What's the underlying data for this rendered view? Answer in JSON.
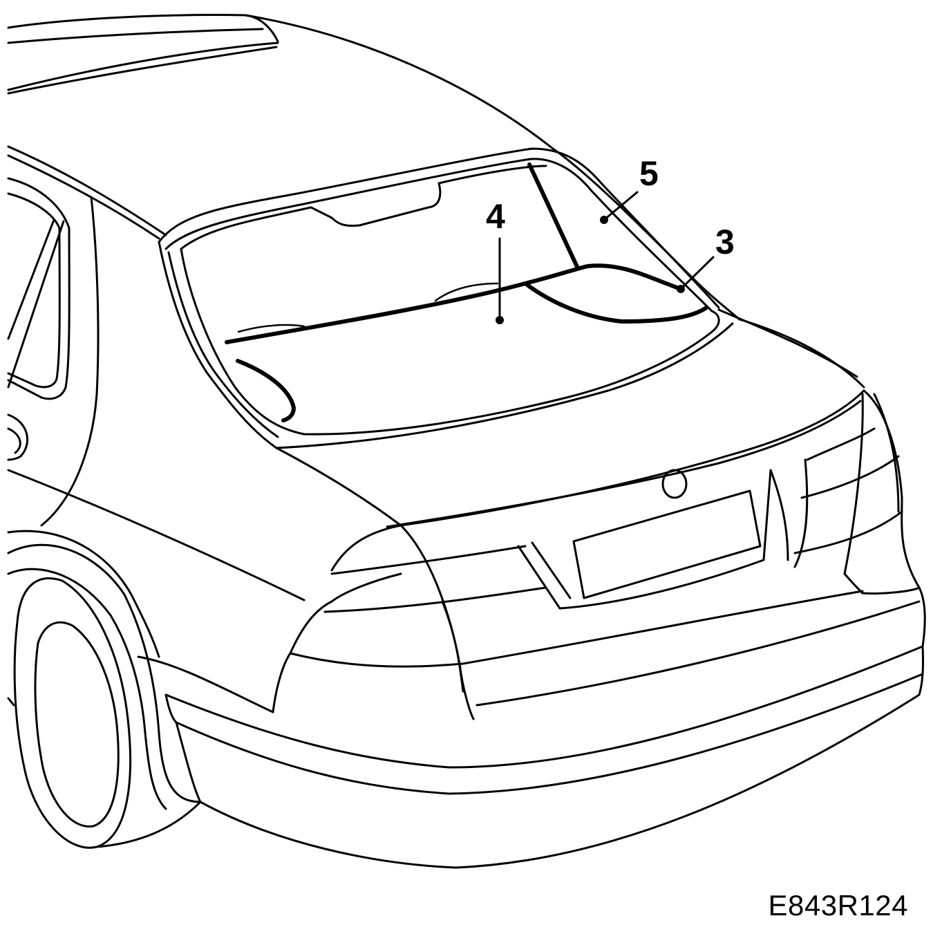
{
  "figure_code": "E843R124",
  "callouts": [
    {
      "label": "4",
      "part": "4"
    },
    {
      "label": "5",
      "part": "5"
    },
    {
      "label": "3",
      "part": "3"
    }
  ]
}
